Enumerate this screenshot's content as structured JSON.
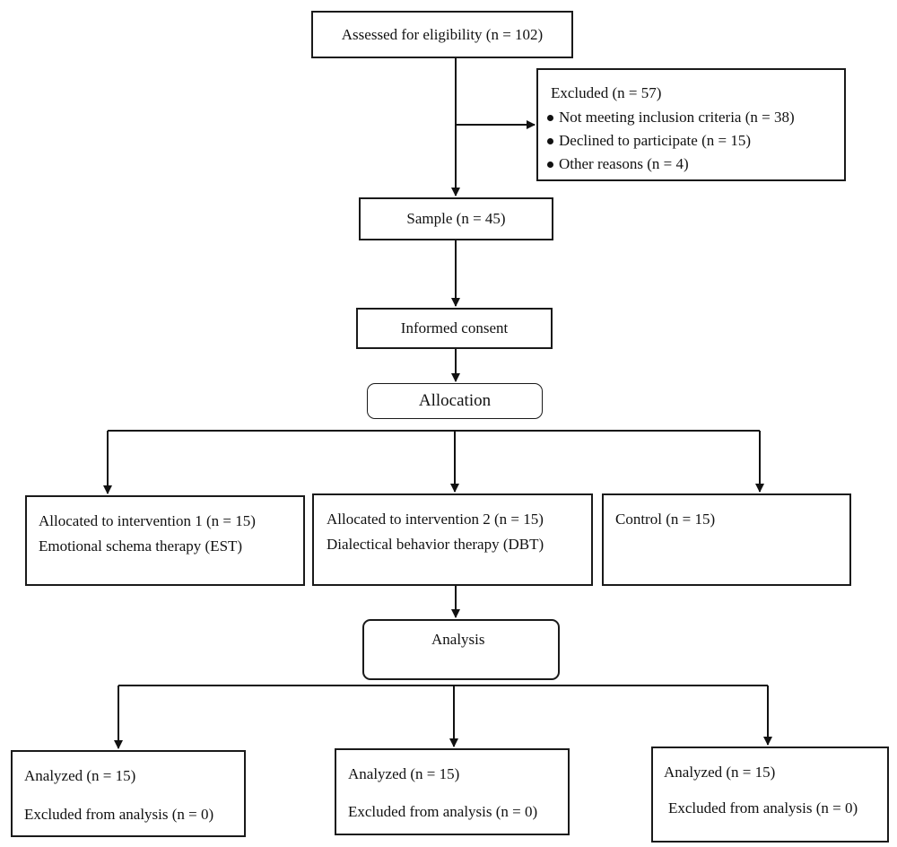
{
  "assessed": "Assessed for eligibility (n = 102)",
  "excluded": {
    "title": "Excluded (n = 57)",
    "items": [
      "Not meeting inclusion criteria (n = 38)",
      "Declined to participate (n = 15)",
      "Other reasons (n = 4)"
    ]
  },
  "sample": "Sample (n = 45)",
  "consent": "Informed consent",
  "allocation": "Allocation",
  "groups": [
    {
      "line1": "Allocated to intervention 1 (n = 15)",
      "line2": "Emotional schema therapy (EST)"
    },
    {
      "line1": "Allocated to intervention 2 (n = 15)",
      "line2": "Dialectical behavior therapy (DBT)"
    },
    {
      "line1": "Control (n = 15)"
    }
  ],
  "analysis": "Analysis",
  "analyzed": [
    {
      "line1": "Analyzed (n = 15)",
      "line2": "Excluded from analysis (n = 0)"
    },
    {
      "line1": "Analyzed (n = 15)",
      "line2": "Excluded from analysis (n = 0)"
    },
    {
      "line1": "Analyzed (n = 15)",
      "line2": "Excluded from analysis (n = 0)"
    }
  ]
}
